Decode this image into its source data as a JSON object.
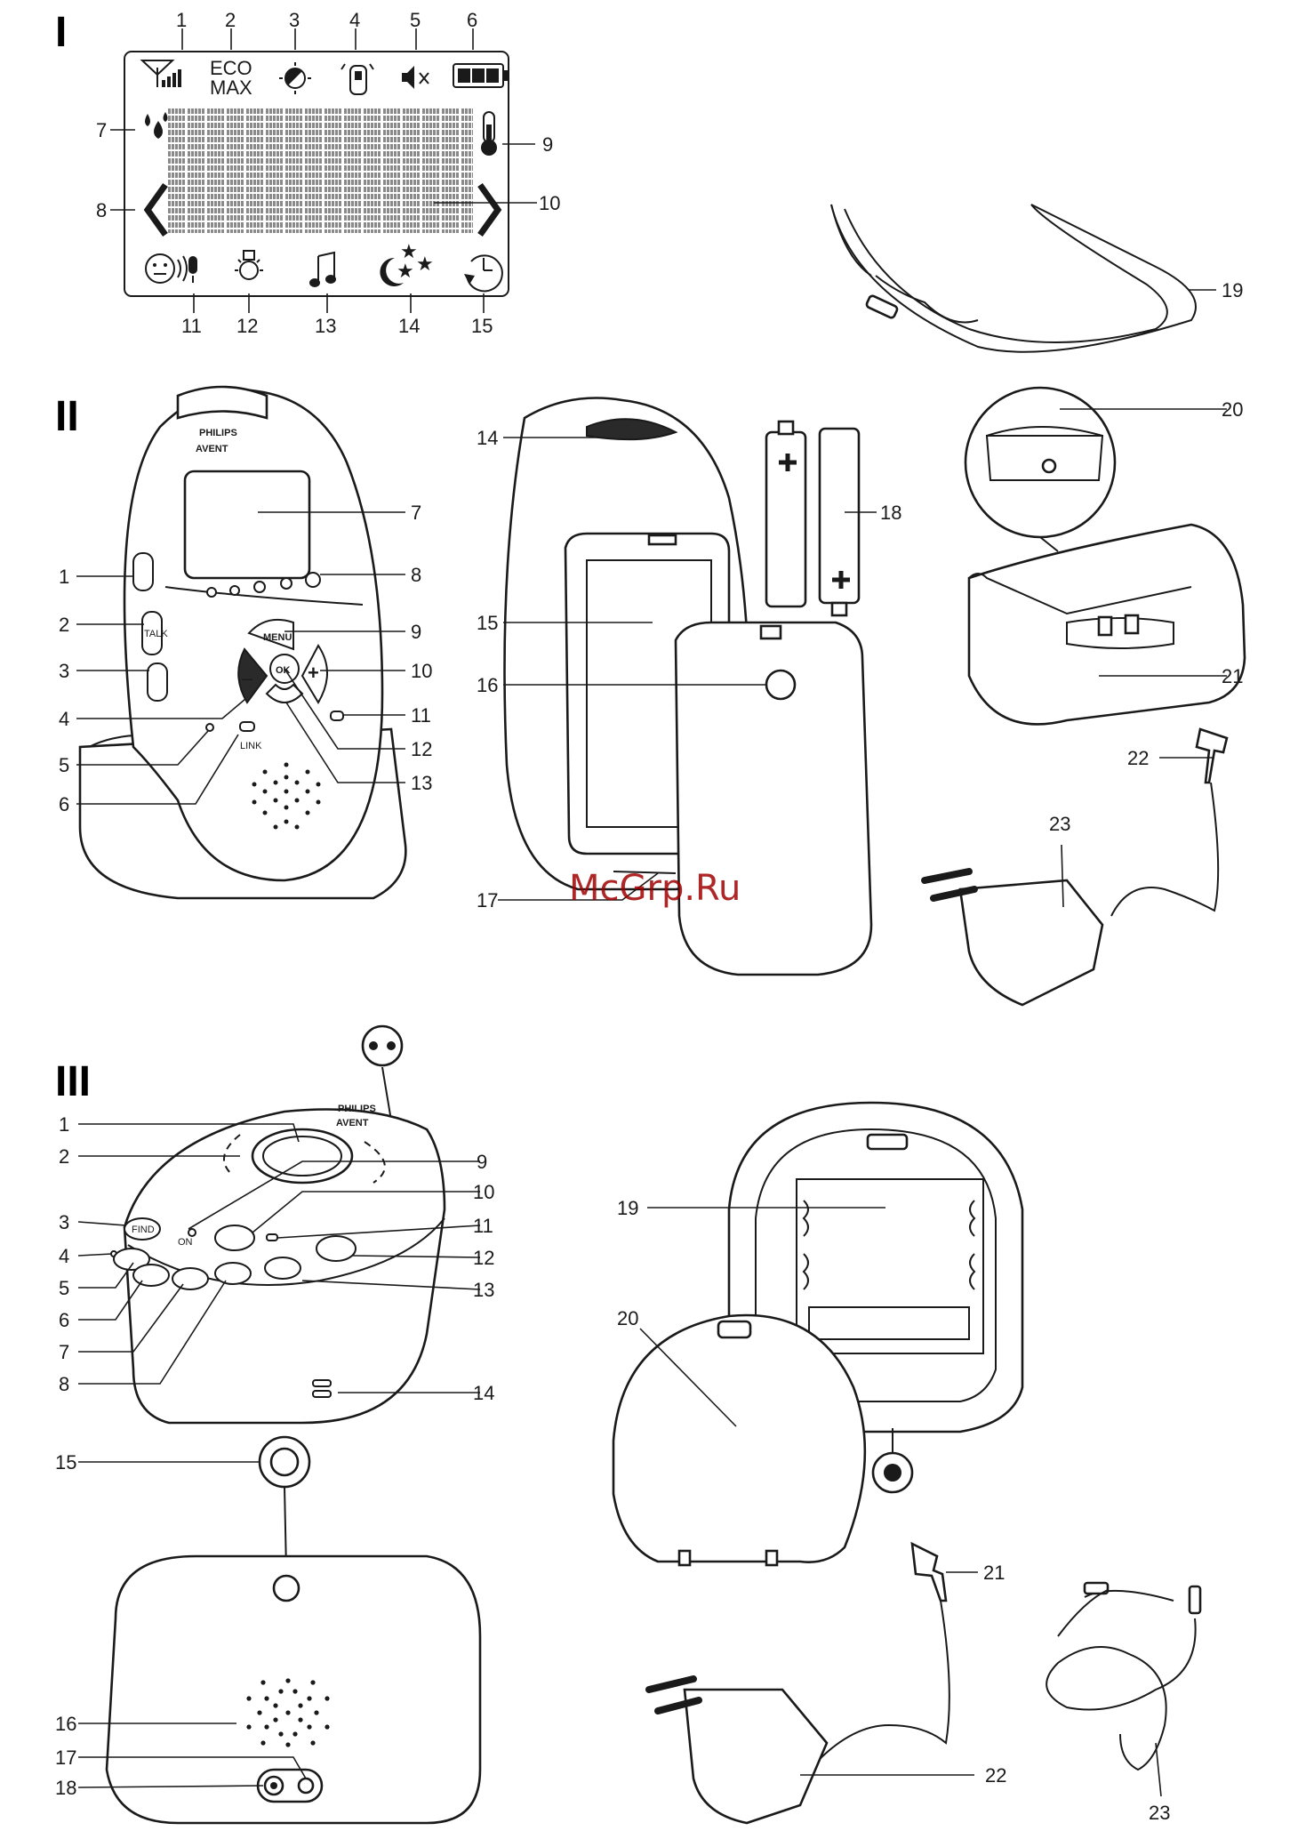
{
  "watermark": "McGrp.Ru",
  "sections": [
    {
      "id": "I",
      "title": "I",
      "labels": [
        "1",
        "2",
        "3",
        "4",
        "5",
        "6",
        "7",
        "8",
        "9",
        "10",
        "11",
        "12",
        "13",
        "14",
        "15"
      ],
      "display_text": {
        "eco": "ECO",
        "max": "MAX"
      }
    },
    {
      "id": "II",
      "title": "II",
      "labels": [
        "1",
        "2",
        "3",
        "4",
        "5",
        "6",
        "7",
        "8",
        "9",
        "10",
        "11",
        "12",
        "13",
        "14",
        "15",
        "16",
        "17",
        "18",
        "19",
        "20",
        "21",
        "22",
        "23"
      ],
      "device_text": {
        "brand_top": "PHILIPS",
        "brand": "AVENT",
        "menu": "MENU",
        "ok": "OK",
        "talk": "TALK",
        "link": "LINK",
        "plus": "+",
        "minus": "–"
      }
    },
    {
      "id": "III",
      "title": "III",
      "labels": [
        "1",
        "2",
        "3",
        "4",
        "5",
        "6",
        "7",
        "8",
        "9",
        "10",
        "11",
        "12",
        "13",
        "14",
        "15",
        "16",
        "17",
        "18",
        "19",
        "20",
        "21",
        "22",
        "23"
      ],
      "device_text": {
        "brand_top": "PHILIPS",
        "brand": "AVENT",
        "find": "FIND",
        "on": "ON"
      }
    }
  ]
}
